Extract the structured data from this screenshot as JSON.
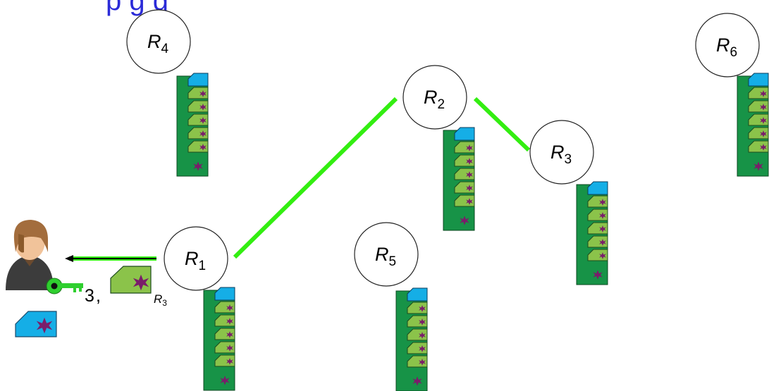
{
  "diagram": {
    "routers": [
      {
        "id": "R1",
        "letter": "R",
        "sub": "1"
      },
      {
        "id": "R2",
        "letter": "R",
        "sub": "2"
      },
      {
        "id": "R3",
        "letter": "R",
        "sub": "3"
      },
      {
        "id": "R4",
        "letter": "R",
        "sub": "4"
      },
      {
        "id": "R5",
        "letter": "R",
        "sub": "5"
      },
      {
        "id": "R6",
        "letter": "R",
        "sub": "6"
      }
    ],
    "links": [
      {
        "from": "R1",
        "to": "R2"
      },
      {
        "from": "R2",
        "to": "R3"
      }
    ],
    "arrow": {
      "from": "R1",
      "to": "client"
    },
    "client_tag": {
      "number": "3",
      "separator": ",",
      "router_letter": "R",
      "router_sub": "3"
    },
    "colors": {
      "link": "#33ee11",
      "stack_base": "#179347",
      "slot": "#8bc34a",
      "slot_head": "#15aee6",
      "star": "#7a1d6a",
      "key": "#2fcf2f",
      "arrow": "#000000"
    },
    "icons": [
      "person-icon",
      "key-icon",
      "onion-layer-icon",
      "router-circle"
    ]
  }
}
